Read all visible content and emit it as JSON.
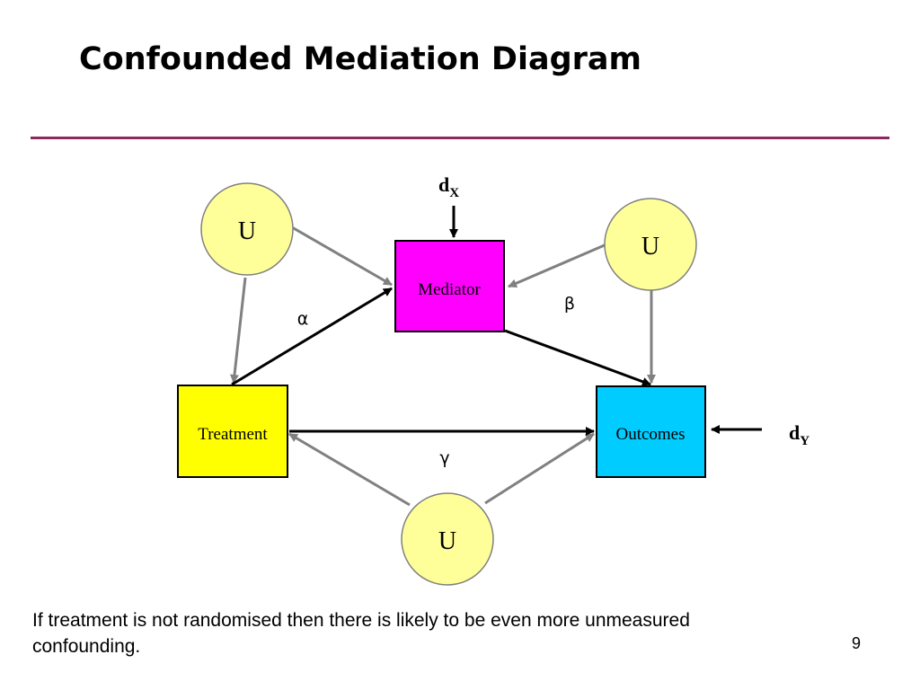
{
  "slide": {
    "title": "Confounded Mediation Diagram",
    "caption": "If treatment is not randomised then there is likely to be even more unmeasured confounding.",
    "page_number": "9"
  },
  "diagram": {
    "nodes": {
      "mediator": "Mediator",
      "treatment": "Treatment",
      "outcomes": "Outcomes",
      "confounder_top_left": "U",
      "confounder_top_right": "U",
      "confounder_bottom": "U"
    },
    "disturbances": {
      "dx": {
        "base": "d",
        "sub": "X"
      },
      "dy": {
        "base": "d",
        "sub": "Y"
      }
    },
    "paths": {
      "alpha": "α",
      "beta": "β",
      "gamma": "γ"
    }
  },
  "colors": {
    "title_rule": "#8b2a5e",
    "mediator_fill": "#ff00ff",
    "treatment_fill": "#ffff00",
    "outcomes_fill": "#00ccff",
    "confounder_fill": "#ffff99",
    "causal_arrow": "#000000",
    "confounding_arrow": "#808080"
  }
}
